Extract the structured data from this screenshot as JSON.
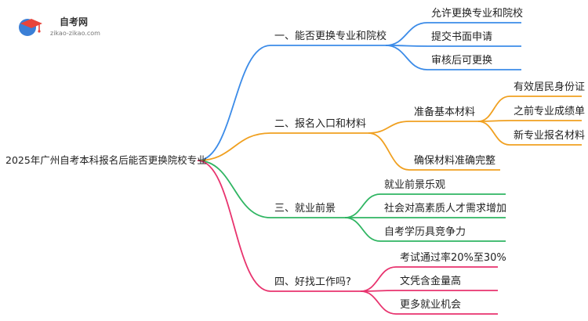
{
  "logo": {
    "name": "自考网",
    "url": "zikao-zikao.com"
  },
  "mindmap": {
    "root": "2025年广州自考本科报名后能否更换院校专业",
    "branches": [
      {
        "label": "一、能否更换专业和院校",
        "color": "#3b8be8",
        "children": [
          {
            "label": "允许更换专业和院校",
            "children": []
          },
          {
            "label": "提交书面申请",
            "children": []
          },
          {
            "label": "审核后可更换",
            "children": []
          }
        ]
      },
      {
        "label": "二、报名入口和材料",
        "color": "#f0a020",
        "children": [
          {
            "label": "准备基本材料",
            "children": [
              "有效居民身份证",
              "之前专业成绩单",
              "新专业报名材料"
            ]
          },
          {
            "label": "确保材料准确完整",
            "children": []
          }
        ]
      },
      {
        "label": "三、就业前景",
        "color": "#2fb562",
        "children": [
          {
            "label": "就业前景乐观",
            "children": []
          },
          {
            "label": "社会对高素质人才需求增加",
            "children": []
          },
          {
            "label": "自考学历具竞争力",
            "children": []
          }
        ]
      },
      {
        "label": "四、好找工作吗?",
        "color": "#e8336e",
        "children": [
          {
            "label": "考试通过率20%至30%",
            "children": []
          },
          {
            "label": "文凭含金量高",
            "children": []
          },
          {
            "label": "更多就业机会",
            "children": []
          }
        ]
      }
    ]
  }
}
